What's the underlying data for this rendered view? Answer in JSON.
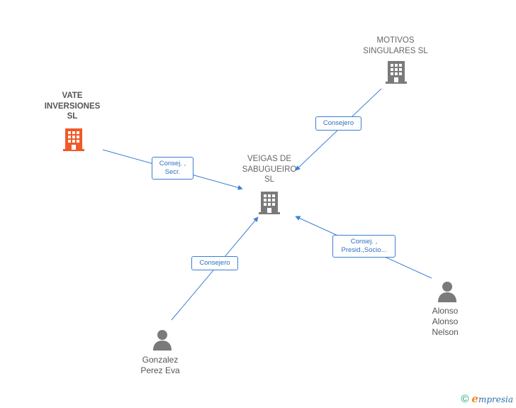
{
  "colors": {
    "edge": "#3a7fd5",
    "company": "#7a7a7a",
    "company_highlight": "#f05a28",
    "person": "#7a7a7a"
  },
  "nodes": {
    "veigas": {
      "lines": [
        "VEIGAS DE",
        "SABUGUEIRO",
        "SL"
      ],
      "icon": "building-icon"
    },
    "motivos": {
      "lines": [
        "MOTIVOS",
        "SINGULARES SL"
      ],
      "icon": "building-icon"
    },
    "vate": {
      "lines": [
        "VATE",
        "INVERSIONES",
        "SL"
      ],
      "icon": "building-icon"
    },
    "gonzalez": {
      "lines": [
        "Gonzalez",
        "Perez Eva"
      ],
      "icon": "person-icon"
    },
    "alonso": {
      "lines": [
        "Alonso",
        "Alonso",
        "Nelson"
      ],
      "icon": "person-icon"
    }
  },
  "edges": {
    "vate_veigas": [
      "Consej. ,",
      "Secr."
    ],
    "motivos_veigas": [
      "Consejero"
    ],
    "gonzalez_veigas": [
      "Consejero"
    ],
    "alonso_veigas": [
      "Consej. ,",
      "Presid.,Socio..."
    ]
  },
  "footer": {
    "copyright_symbol": "©",
    "brand_initial": "e",
    "brand_rest": "mpresia"
  }
}
